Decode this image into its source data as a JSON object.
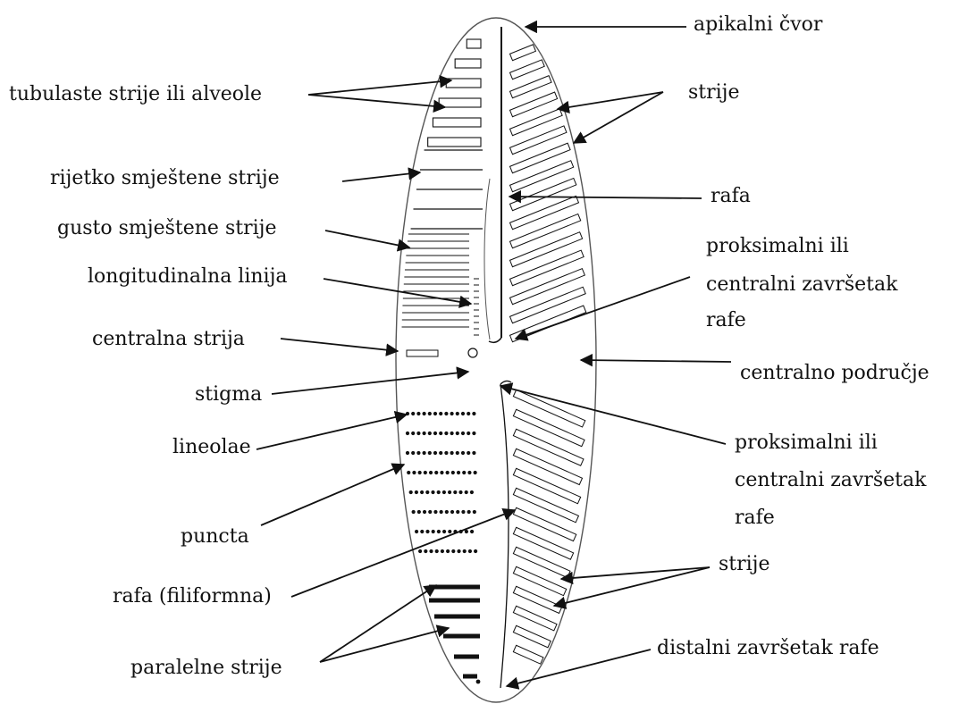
{
  "diagram": {
    "labels": {
      "apikalni_cvor": "apikalni čvor",
      "tubulaste": "tubulaste strije ili alveole",
      "strije_top": "strije",
      "rijetko": "rijetko smještene strije",
      "rafa": "rafa",
      "gusto": "gusto smještene strije",
      "proks_top_1": "proksimalni ili",
      "proks_top_2": "centralni završetak",
      "proks_top_3": "rafe",
      "longitudinalna": "longitudinalna linija",
      "centralna_strija": "centralna strija",
      "centralno_podrucje": "centralno područje",
      "stigma": "stigma",
      "lineolae": "lineolae",
      "proks_bot_1": "proksimalni ili",
      "proks_bot_2": "centralni završetak",
      "proks_bot_3": "rafe",
      "puncta": "puncta",
      "strije_bottom": "strije",
      "rafa_filiformna": "rafa (filiformna)",
      "distalni": "distalni završetak rafe",
      "paralelne": "paralelne strije"
    },
    "colors": {
      "ink": "#111111",
      "outline": "#555555",
      "fill": "#ffffff"
    }
  }
}
